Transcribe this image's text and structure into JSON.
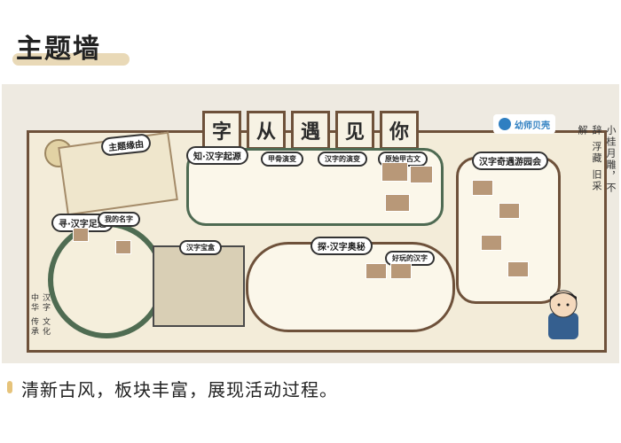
{
  "header": {
    "title": "主题墙"
  },
  "wall": {
    "title_chars": [
      "字",
      "从",
      "遇",
      "见",
      "你"
    ],
    "brand_text": "幼师贝壳",
    "labels": {
      "theme_origin": "主题缘由",
      "know_origin": "知·汉字起源",
      "oracle": "甲骨演变",
      "hanzi_evolution": "汉字的演变",
      "hanzi_ancient": "原始甲古文",
      "seek_trace": "寻·汉字足迹",
      "explore": "探·汉字奥秘",
      "hanzi_secret": "好玩的汉字",
      "park": "汉字奇遇游园会",
      "my_name": "我的名字",
      "radical_box": "汉字宝盒"
    },
    "vertical_poem": "小桂月雕，不辞 浮藏 旧采 解",
    "left_vertical": "汉字 文化 中华 传承"
  },
  "caption": {
    "text": "清新古风，板块丰富，展现活动过程。"
  },
  "colors": {
    "frame_brown": "#6e513a",
    "panel_cream": "#fbf7ea",
    "green": "#4f6c52",
    "brand_blue": "#2f7fc1",
    "accent_yellow": "#e6c37a"
  }
}
